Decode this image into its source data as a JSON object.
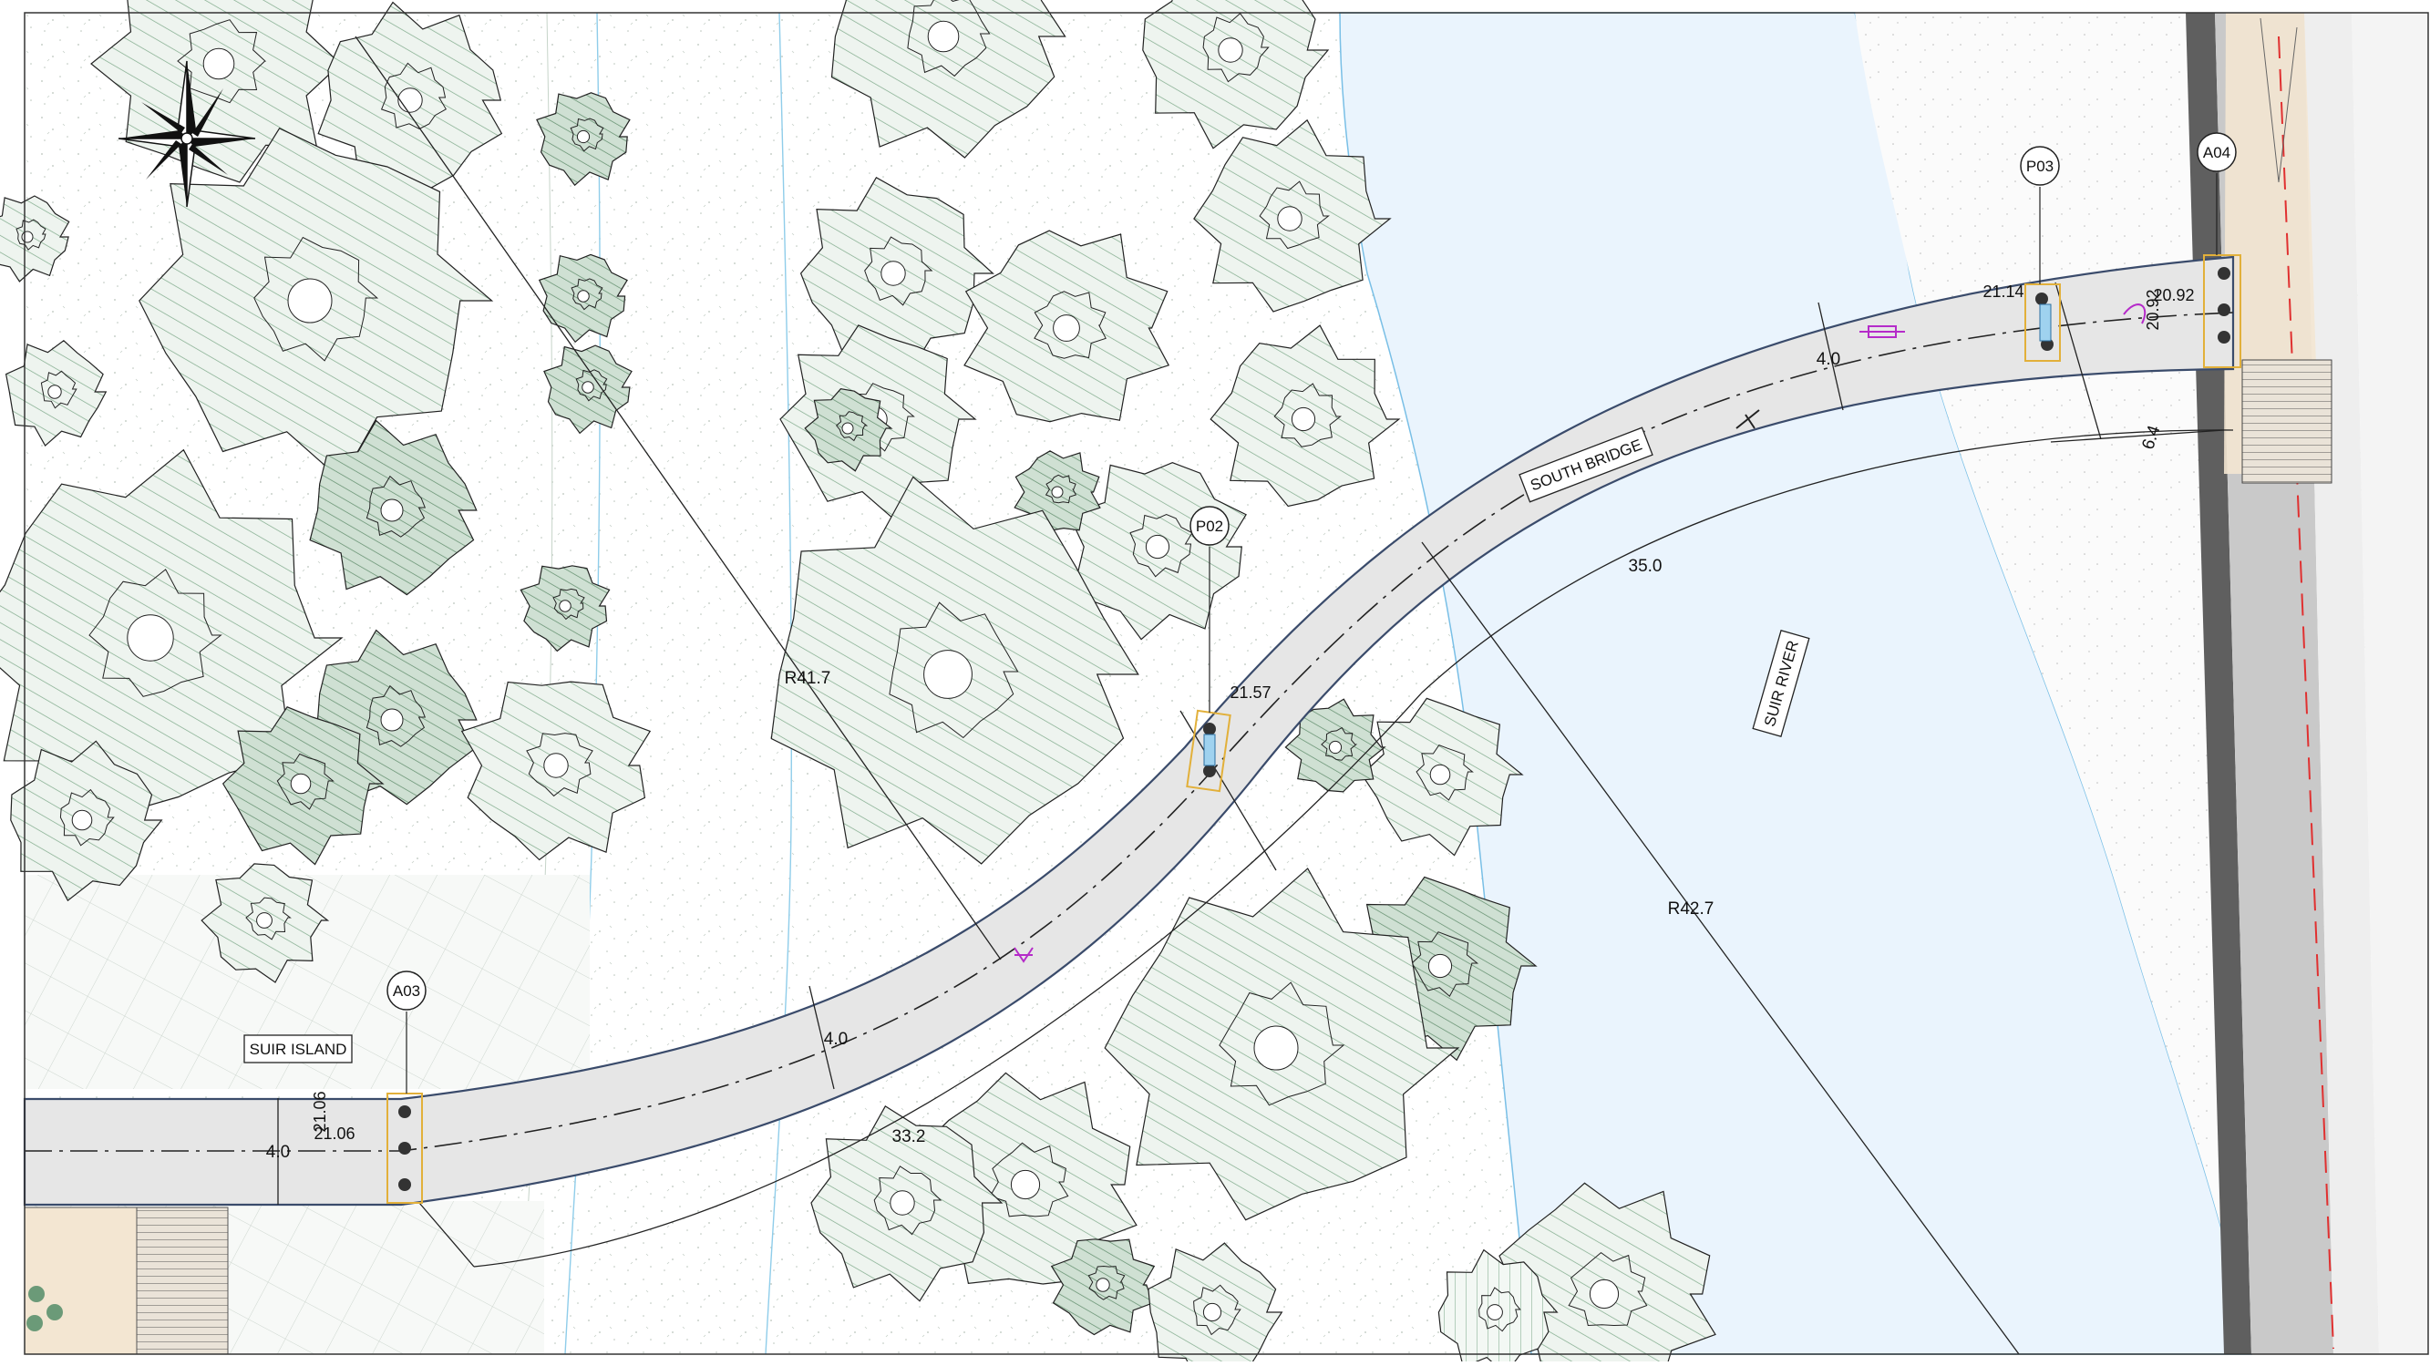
{
  "labels": {
    "south_bridge": "SOUTH BRIDGE",
    "suir_island": "SUIR ISLAND",
    "suir_river": "SUIR RIVER"
  },
  "bubbles": {
    "a03": "A03",
    "a04": "A04",
    "p02": "P02",
    "p03": "P03"
  },
  "dimensions": {
    "width_left": "4.0",
    "width_mid": "4.0",
    "width_right": "4.0",
    "radius_r41": "R41.7",
    "radius_r42": "R42.7",
    "offset_6_4": "6.4",
    "arc_35": "35.0",
    "arc_33": "33.2"
  },
  "levels": {
    "a03": "21.06",
    "a03_vert": "21.06",
    "p02": "21.57",
    "p03": "21.14",
    "a04": "20.92",
    "a04_vert": "20.92"
  },
  "colors": {
    "river": "#eaf4fd",
    "deck": "#e6e6e6",
    "tree_fill": "#dde9df",
    "tree_line": "#6b9a78",
    "road": "#c6c6c6",
    "kerb": "#5a5a5a",
    "paving": "#f3e6d2",
    "bearing": "#e2b03a",
    "marker": "#b52bc9",
    "red_line": "#e03030"
  }
}
